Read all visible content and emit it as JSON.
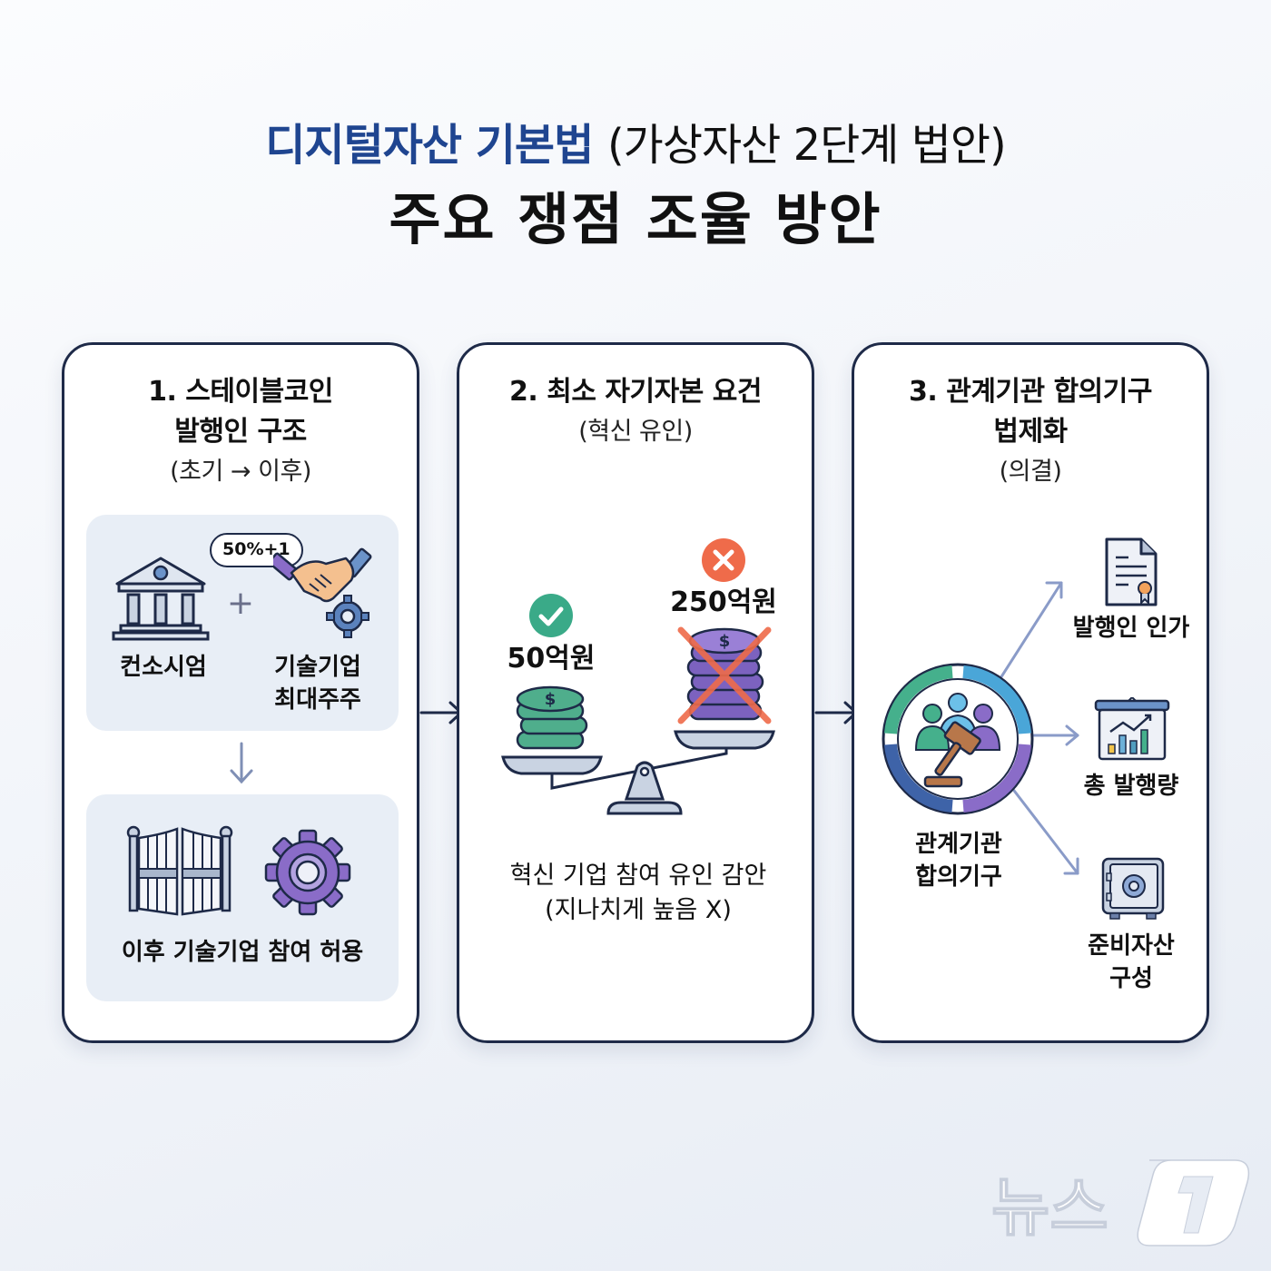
{
  "header": {
    "title_accent": "디지털자산 기본법",
    "title_paren": "(가상자산 2단계 법안)",
    "subtitle": "주요 쟁점 조율 방안"
  },
  "colors": {
    "accent_blue": "#1f4590",
    "card_border": "#1e2a48",
    "panel_bg": "#e8eef6",
    "check_green": "#3aaa88",
    "cross_red": "#ef6b4a",
    "coin_green": "#4fae8c",
    "coin_purple": "#8a6cc8",
    "arrow_blue": "#8a9bc8"
  },
  "cards": [
    {
      "title_line1": "1. 스테이블코인",
      "title_line2": "발행인 구조",
      "subtitle": "(초기 → 이후)",
      "initial": {
        "badge": "50%+1",
        "left_icon": "bank-icon",
        "left_label": "컨소시엄",
        "plus": "+",
        "right_icon": "handshake-gear-icon",
        "right_label_line1": "기술기업",
        "right_label_line2": "최대주주"
      },
      "later": {
        "icons": [
          "open-gate-icon",
          "gear-icon"
        ],
        "label": "이후 기술기업 참여 허용"
      }
    },
    {
      "title_line1": "2. 최소 자기자본 요건",
      "subtitle": "(혁신 유인)",
      "options": [
        {
          "status": "approved",
          "icon": "check-icon",
          "amount": "50억원",
          "coin_icon": "green-coin-stack-icon"
        },
        {
          "status": "rejected",
          "icon": "cross-icon",
          "amount": "250억원",
          "coin_icon": "purple-coin-stack-icon"
        }
      ],
      "scale_icon": "balance-scale-icon",
      "caption_line1": "혁신 기업 참여 유인 감안",
      "caption_line2": "(지나치게 높음 X)"
    },
    {
      "title_line1": "3. 관계기관 합의기구",
      "title_line2": "법제화",
      "subtitle": "(의결)",
      "hub": {
        "icon": "committee-gavel-icon",
        "label_line1": "관계기관",
        "label_line2": "합의기구"
      },
      "outputs": [
        {
          "icon": "certificate-document-icon",
          "label_line1": "발행인 인가"
        },
        {
          "icon": "chart-board-icon",
          "label_line1": "총 발행량"
        },
        {
          "icon": "safe-icon",
          "label_line1": "준비자산",
          "label_line2": "구성"
        }
      ]
    }
  ],
  "watermark": {
    "text": "뉴스1"
  }
}
